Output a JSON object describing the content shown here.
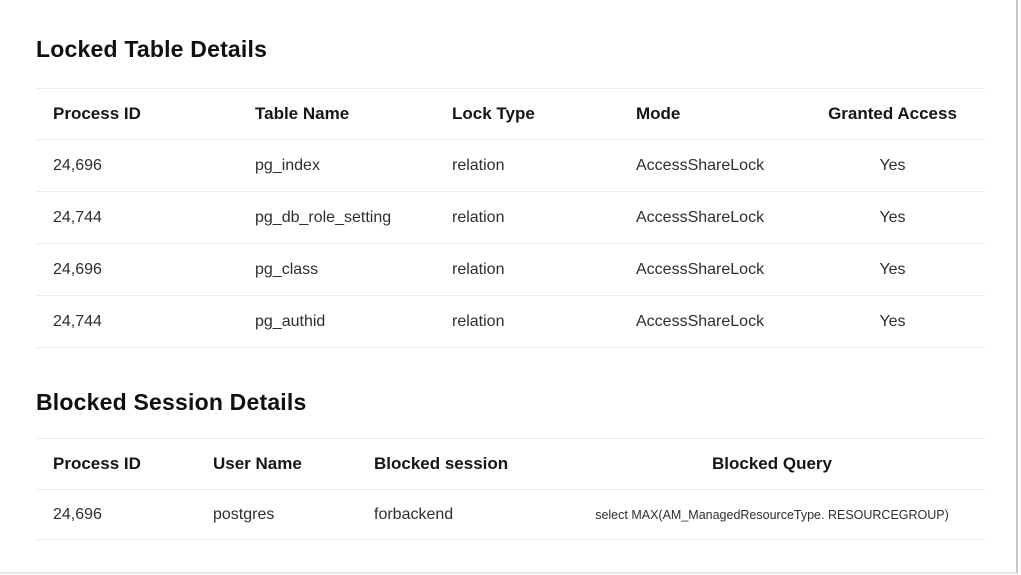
{
  "sections": [
    {
      "title": "Locked Table Details",
      "columns": [
        "Process ID",
        "Table Name",
        "Lock Type",
        "Mode",
        "Granted Access"
      ],
      "rows": [
        [
          "24,696",
          "pg_index",
          "relation",
          "AccessShareLock",
          "Yes"
        ],
        [
          "24,744",
          "pg_db_role_setting",
          "relation",
          "AccessShareLock",
          "Yes"
        ],
        [
          "24,696",
          "pg_class",
          "relation",
          "AccessShareLock",
          "Yes"
        ],
        [
          "24,744",
          "pg_authid",
          "relation",
          "AccessShareLock",
          "Yes"
        ]
      ]
    },
    {
      "title": "Blocked Session Details",
      "columns": [
        "Process ID",
        "User Name",
        "Blocked session",
        "Blocked Query"
      ],
      "rows": [
        [
          "24,696",
          "postgres",
          "forbackend",
          "select MAX(AM_ManagedResourceType. RESOURCEGROUP)"
        ]
      ]
    }
  ],
  "colors": {
    "background": "#ffffff",
    "title_text": "#101010",
    "header_text": "#161616",
    "cell_text": "#2e2e2e",
    "divider": "#ececec",
    "window_border": "#c7c7c7"
  }
}
